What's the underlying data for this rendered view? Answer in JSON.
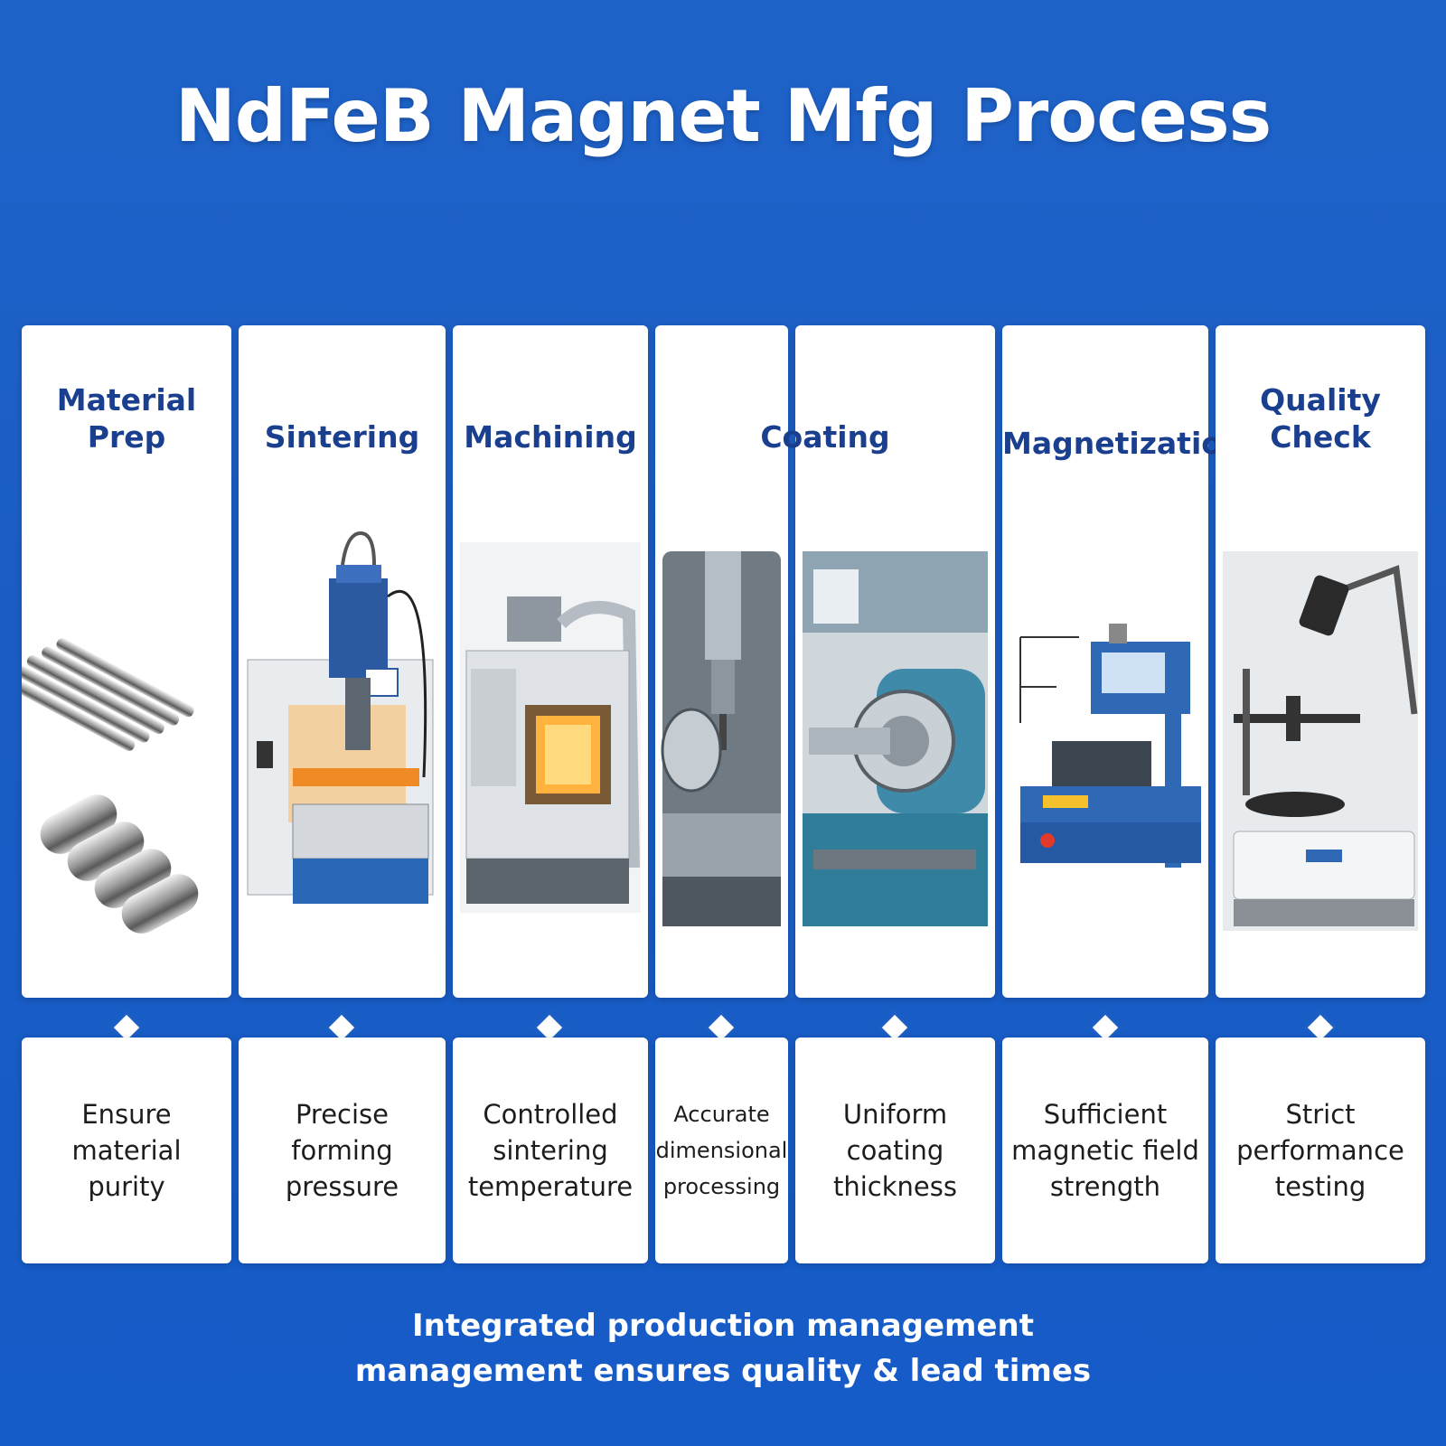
{
  "title": "NdFeB Magnet Mfg Process",
  "stages": [
    {
      "title": "Material\nPrep",
      "description": "Ensure\nmaterial\npurity"
    },
    {
      "title": "Sintering",
      "description": "Precise\nforming\npressure"
    },
    {
      "title": "Machining",
      "description": "Controlled\nsintering\ntemperature"
    },
    {
      "title": "Coating",
      "description": "Accurate\ndimensional\nprocessing"
    },
    {
      "title": "",
      "description": "Uniform\ncoating\nthickness"
    },
    {
      "title": "Magnetization",
      "description": "Sufficient\nmagnetic field\nstrength"
    },
    {
      "title": "Quality\nCheck",
      "description": "Strict\nperformance\ntesting"
    }
  ],
  "footer": {
    "line1": "Integrated production management",
    "line2": "management ensures quality & lead times"
  }
}
